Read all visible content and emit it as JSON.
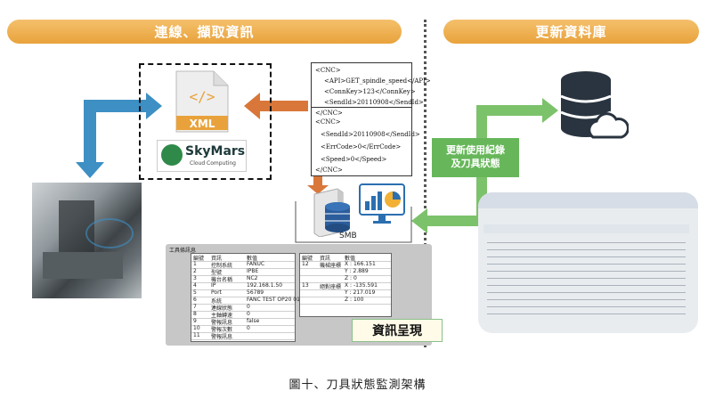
{
  "header": {
    "left_title": "連線、擷取資訊",
    "right_title": "更新資料庫"
  },
  "xml_doc": {
    "top": [
      "<CNC>",
      "<API>GET_spindle_speed</API>",
      "<ConnKey>123</ConnKey>",
      "<SendId>20110908</SendId>"
    ],
    "bottom": [
      "</CNC>",
      "<CNC>",
      "<SendId>20110908</SendId>",
      "<ErrCode>0</ErrCode>",
      "<Speed>0</Speed>",
      "</CNC>"
    ]
  },
  "xml_icon": {
    "glyph": "</>",
    "label": "XML"
  },
  "logo": {
    "brand": "SkyMars",
    "tagline": "Cloud Computing"
  },
  "server": {
    "label": "SMB"
  },
  "green_box": {
    "line1": "更新使用紀錄",
    "line2": "及刀具狀態"
  },
  "info_panel": {
    "window_title": "工具條訊息",
    "label": "資訊呈現",
    "left_table": {
      "headers": [
        "編號",
        "資訊",
        "數值"
      ],
      "rows": [
        [
          "1",
          "控制系統",
          "FANUC"
        ],
        [
          "2",
          "型號",
          "IPBE"
        ],
        [
          "3",
          "機台名稱",
          "NC2"
        ],
        [
          "4",
          "IP",
          "192.168.1.50"
        ],
        [
          "5",
          "Port",
          "56789"
        ],
        [
          "6",
          "系統",
          "FANC TEST OP20 01"
        ],
        [
          "7",
          "連線狀態",
          "0"
        ],
        [
          "8",
          "主軸轉速",
          "0"
        ],
        [
          "9",
          "警報訊息",
          "false"
        ],
        [
          "10",
          "警報次數",
          "0"
        ],
        [
          "11",
          "警報訊息",
          ""
        ]
      ]
    },
    "right_table": {
      "headers": [
        "編號",
        "資訊",
        "數值"
      ],
      "rows": [
        [
          "12",
          "機械座標",
          "X : 166.151"
        ],
        [
          "",
          "",
          "Y : 2.889"
        ],
        [
          "",
          "",
          "Z : 0"
        ],
        [
          "13",
          "絕對座標",
          "X : -135.591"
        ],
        [
          "",
          "",
          "Y : 217.019"
        ],
        [
          "",
          "",
          "Z : 100"
        ]
      ]
    }
  },
  "caption": "圖十、刀具狀態監測架構",
  "colors": {
    "pill": "#e9a23b",
    "arrow_blue": "#3d8fc4",
    "arrow_orange": "#d9773a",
    "arrow_green": "#7cc26b",
    "server_blue": "#2b5d9c"
  }
}
